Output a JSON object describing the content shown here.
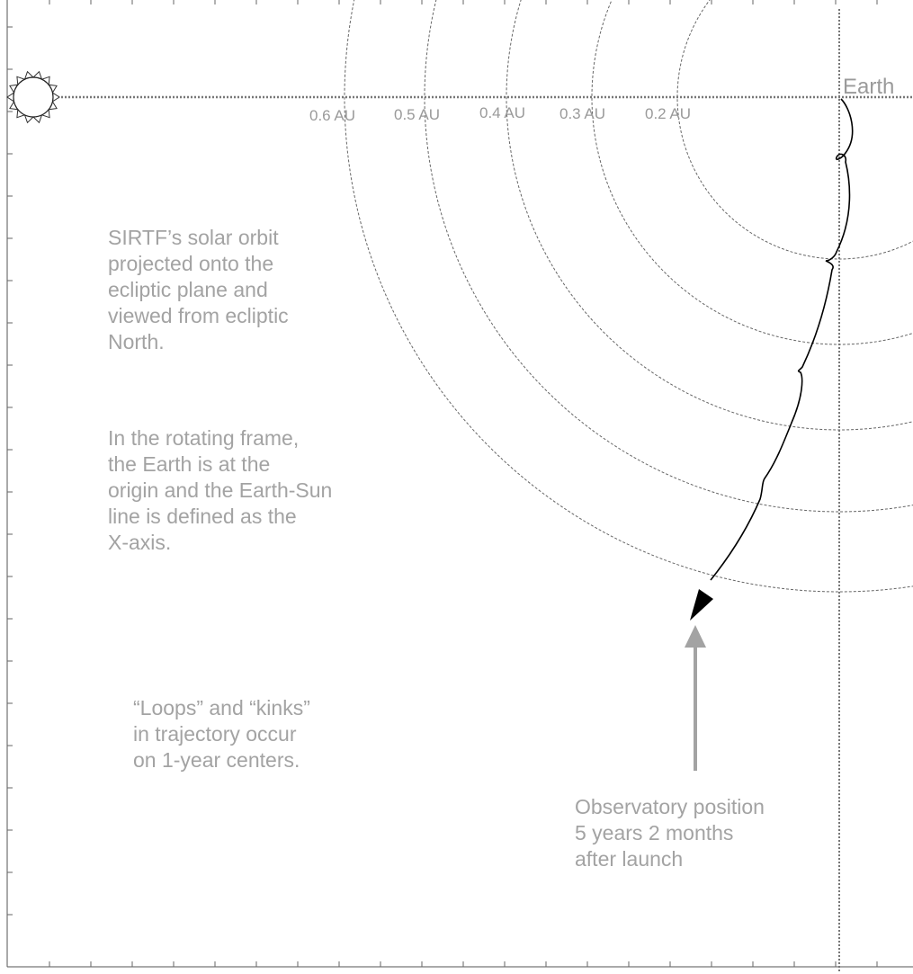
{
  "earth_label": "Earth",
  "ring_labels": [
    "0.6 AU",
    "0.5 AU",
    "0.4 AU",
    "0.3 AU",
    "0.2 AU"
  ],
  "description": {
    "paragraph_1": "SIRTF’s solar orbit\nprojected onto the\necliptic plane and\nviewed from ecliptic\nNorth.",
    "paragraph_2": "In the rotating frame,\nthe Earth is at the\norigin and the Earth-Sun\nline is defined as the\nX-axis."
  },
  "loops_note": "“Loops” and “kinks”\nin trajectory occur\non 1-year centers.",
  "observatory_note": "Observatory position\n5 years 2 months\nafter launch",
  "colors": {
    "annotation_gray": "#9a9a9a",
    "trajectory": "#000000",
    "axis_line": "#777777"
  },
  "icons": {
    "sun": "sun-icon",
    "arrow": "pointer-arrow-icon"
  }
}
